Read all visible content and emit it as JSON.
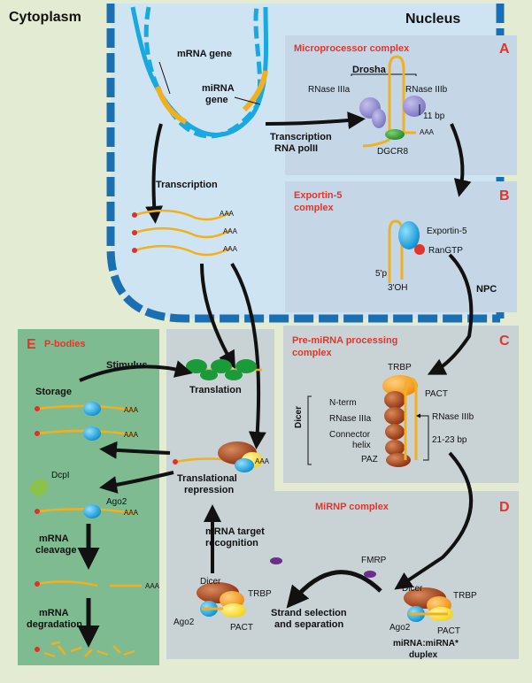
{
  "regions": {
    "cytoplasm": "Cytoplasm",
    "nucleus": "Nucleus"
  },
  "panels": {
    "A": {
      "letter": "A",
      "title": "Microprocessor complex"
    },
    "B": {
      "letter": "B",
      "title_line1": "Exportin-5",
      "title_line2": "complex"
    },
    "C": {
      "letter": "C",
      "title_line1": "Pre-miRNA processing",
      "title_line2": "complex"
    },
    "D": {
      "letter": "D",
      "title": "MiRNP complex"
    },
    "E": {
      "letter": "E",
      "title": "P-bodies"
    }
  },
  "labels": {
    "mrna_gene": "mRNA gene",
    "mirna_gene_1": "miRNA",
    "mirna_gene_2": "gene",
    "drosha": "Drosha",
    "rnase_3a": "RNase IIIa",
    "rnase_3b": "RNase IIIb",
    "bp11": "11 bp",
    "dgcr8": "DGCR8",
    "aaa": "AAA",
    "transcription_rnapol_1": "Transcription",
    "transcription_rnapol_2": "RNA polII",
    "transcription": "Transcription",
    "exportin5": "Exportin-5",
    "rangtp": "RanGTP",
    "five_p": "5'p",
    "three_oh": "3'OH",
    "npc": "NPC",
    "trbp": "TRBP",
    "pact": "PACT",
    "nterm": "N-term",
    "rnase_3a_c": "RNase IIIa",
    "rnase_3b_c": "RNase IIIb",
    "connector_1": "Connector",
    "connector_2": "helix",
    "paz": "PAZ",
    "dicer": "Dicer",
    "bp2123": "21-23 bp",
    "stimulus": "Stimulus",
    "storage": "Storage",
    "translation": "Translation",
    "translational_1": "Translational",
    "translational_2": "repression",
    "dcp1": "DcpI",
    "ago2": "Ago2",
    "mrna_cleavage_1": "mRNA",
    "mrna_cleavage_2": "cleavage",
    "mrna_degradation_1": "mRNA",
    "mrna_degradation_2": "degradation",
    "target_recog_1": "mRNA target",
    "target_recog_2": "recognition",
    "fmrp": "FMRP",
    "strand_sel_1": "Strand selection",
    "strand_sel_2": "and separation",
    "duplex_1": "miRNA:miRNA*",
    "duplex_2": "duplex"
  },
  "colors": {
    "cytoplasm_bg": "#e3ecd2",
    "nucleus_bg": "#cfe4f3",
    "nucleus_border": "#1a6fb3",
    "panel_bg": "#c9d8e6",
    "panel_grey": "#c7d1d6",
    "pbodies_bg": "#79b78c",
    "rna": "#f0b020",
    "dna": "#19a9e0",
    "accent_red": "#e5342a"
  }
}
